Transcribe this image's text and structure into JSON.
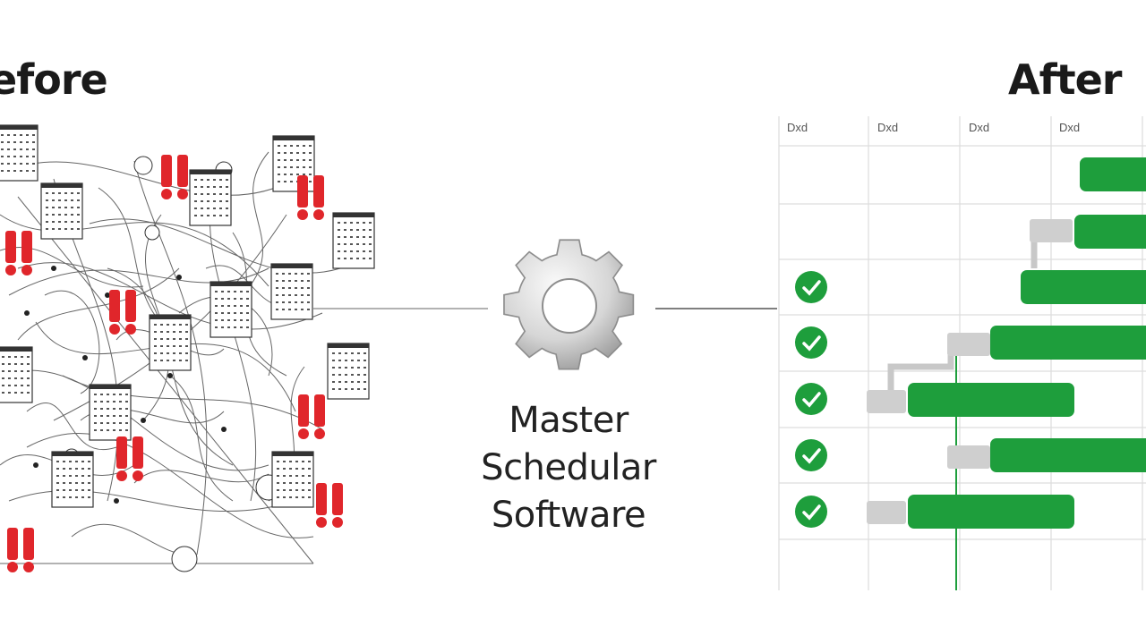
{
  "before": {
    "title": "efore"
  },
  "after": {
    "title": "After",
    "columns": [
      "Dxd",
      "Dxd",
      "Dxd",
      "Dxd"
    ],
    "done_marker_color": "#1e9e3c",
    "bar_color": "#1e9e3c",
    "dependency_color": "#c8c8c8"
  },
  "core": {
    "lines": [
      "Master",
      "Schedular",
      "Software"
    ],
    "icon": "gear-icon"
  },
  "colors": {
    "alert": "#e0262b",
    "tangle": "#333333",
    "gantt_bar": "#1e9e3c",
    "gantt_grid": "#dddddd"
  }
}
